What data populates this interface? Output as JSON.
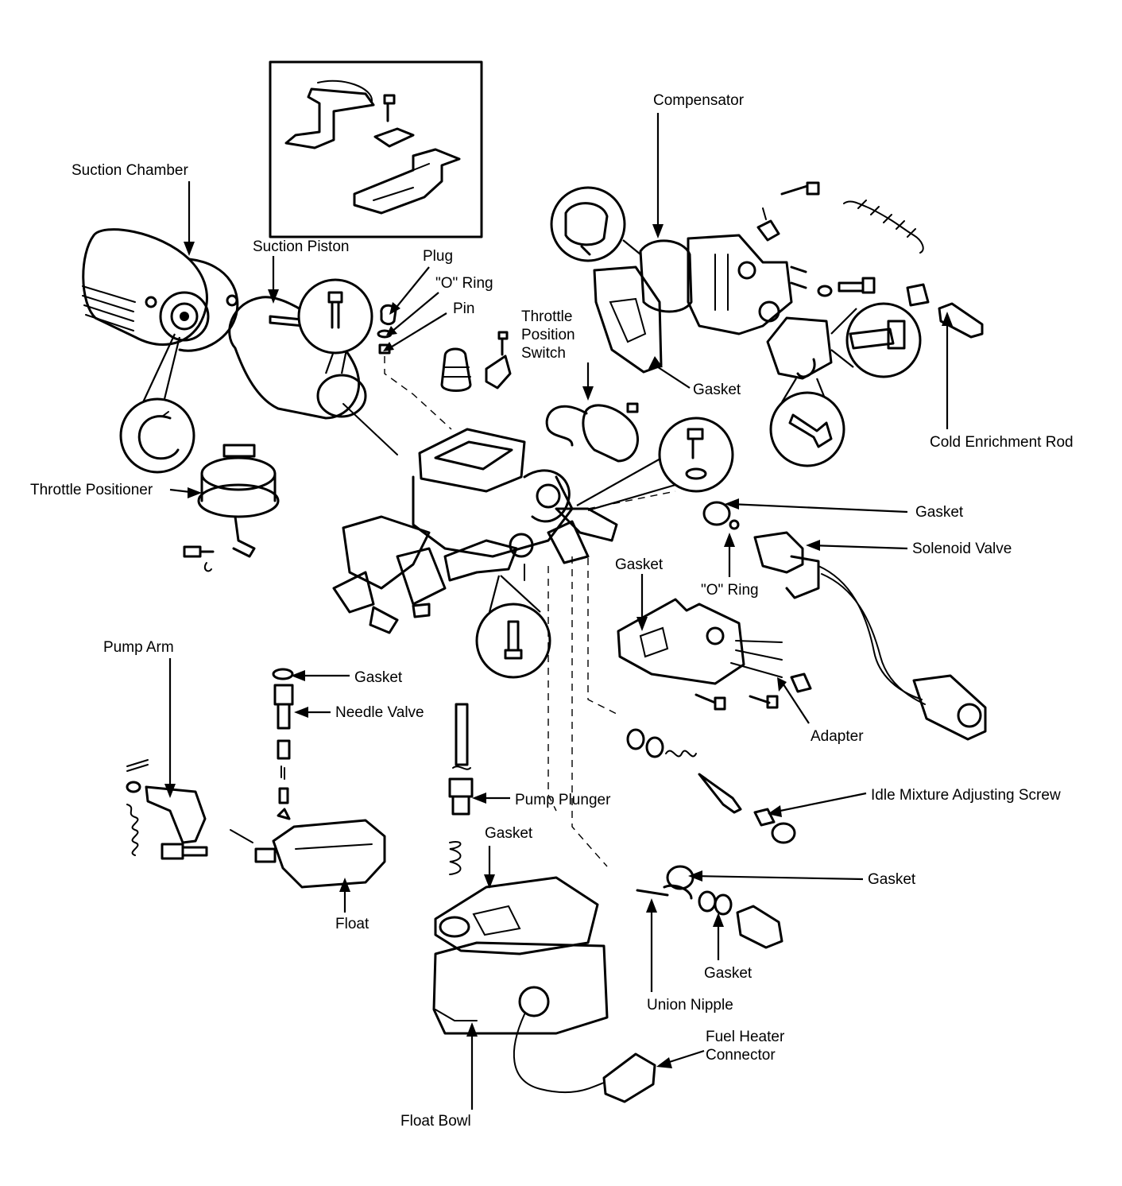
{
  "labels": {
    "compensator": "Compensator",
    "suction_chamber": "Suction Chamber",
    "suction_piston": "Suction Piston",
    "plug": "Plug",
    "o_ring_top": "\"O\" Ring",
    "pin": "Pin",
    "throttle_position_switch_1": "Throttle",
    "throttle_position_switch_2": "Position",
    "throttle_position_switch_3": "Switch",
    "gasket_compensator": "Gasket",
    "cold_enrichment_rod": "Cold Enrichment Rod",
    "throttle_positioner": "Throttle Positioner",
    "gasket_solenoid": "Gasket",
    "solenoid_valve": "Solenoid Valve",
    "gasket_plate": "Gasket",
    "o_ring_solenoid": "\"O\" Ring",
    "pump_arm": "Pump Arm",
    "gasket_needle": "Gasket",
    "needle_valve": "Needle Valve",
    "adapter": "Adapter",
    "pump_plunger": "Pump Plunger",
    "idle_mixture_adjusting_screw": "Idle Mixture Adjusting Screw",
    "gasket_bowl": "Gasket",
    "gasket_union_right": "Gasket",
    "float": "Float",
    "gasket_union_lower": "Gasket",
    "union_nipple": "Union Nipple",
    "fuel_heater_connector_1": "Fuel Heater",
    "fuel_heater_connector_2": "Connector",
    "float_bowl": "Float Bowl"
  }
}
